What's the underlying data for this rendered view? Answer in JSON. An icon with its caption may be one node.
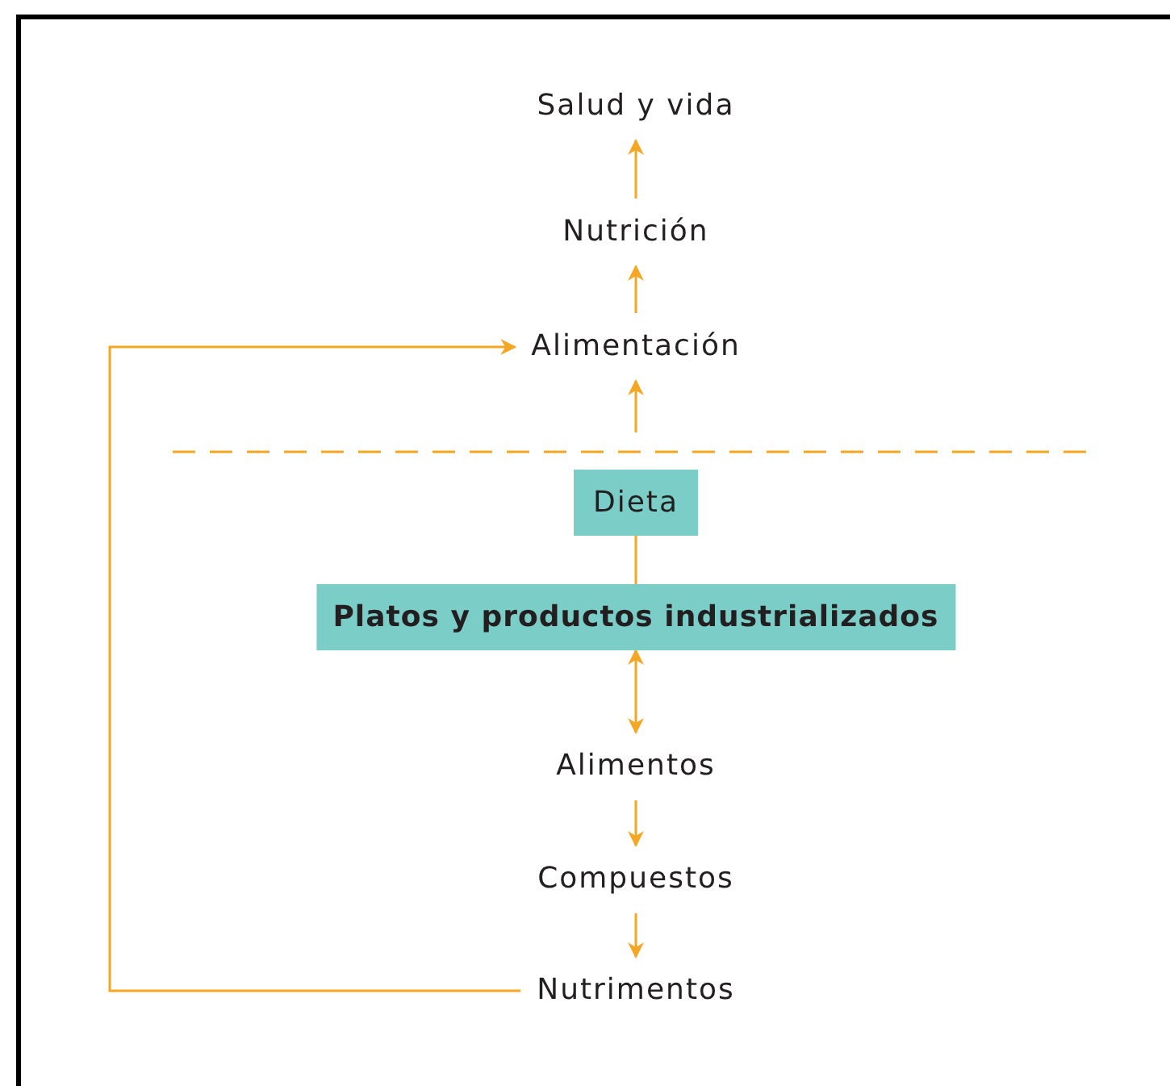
{
  "diagram": {
    "nodes": [
      {
        "text": [
          "Salud y vida"
        ]
      },
      {
        "text": [
          "Nutrición"
        ]
      },
      {
        "text": [
          "Alimentación"
        ]
      },
      {
        "text": [
          "Dieta"
        ]
      },
      {
        "text": [
          "Platos y productos industrializados"
        ]
      },
      {
        "text": [
          "Alimentos"
        ]
      },
      {
        "text": [
          "Compuestos"
        ]
      },
      {
        "text": [
          "Nutrimentos"
        ]
      }
    ],
    "edges": [
      {
        "from": 1,
        "to": 0,
        "arrow": "to"
      },
      {
        "from": 2,
        "to": 1,
        "arrow": "to"
      },
      {
        "from": null,
        "to": 2,
        "arrow": "to"
      },
      {
        "from": 3,
        "to": 4,
        "arrow": "none"
      },
      {
        "from": 4,
        "to": 5,
        "arrow": "both"
      },
      {
        "from": 5,
        "to": 6,
        "arrow": "to"
      },
      {
        "from": 6,
        "to": 7,
        "arrow": "to"
      },
      {
        "from": 7,
        "to": 2,
        "arrow": "to"
      }
    ]
  }
}
